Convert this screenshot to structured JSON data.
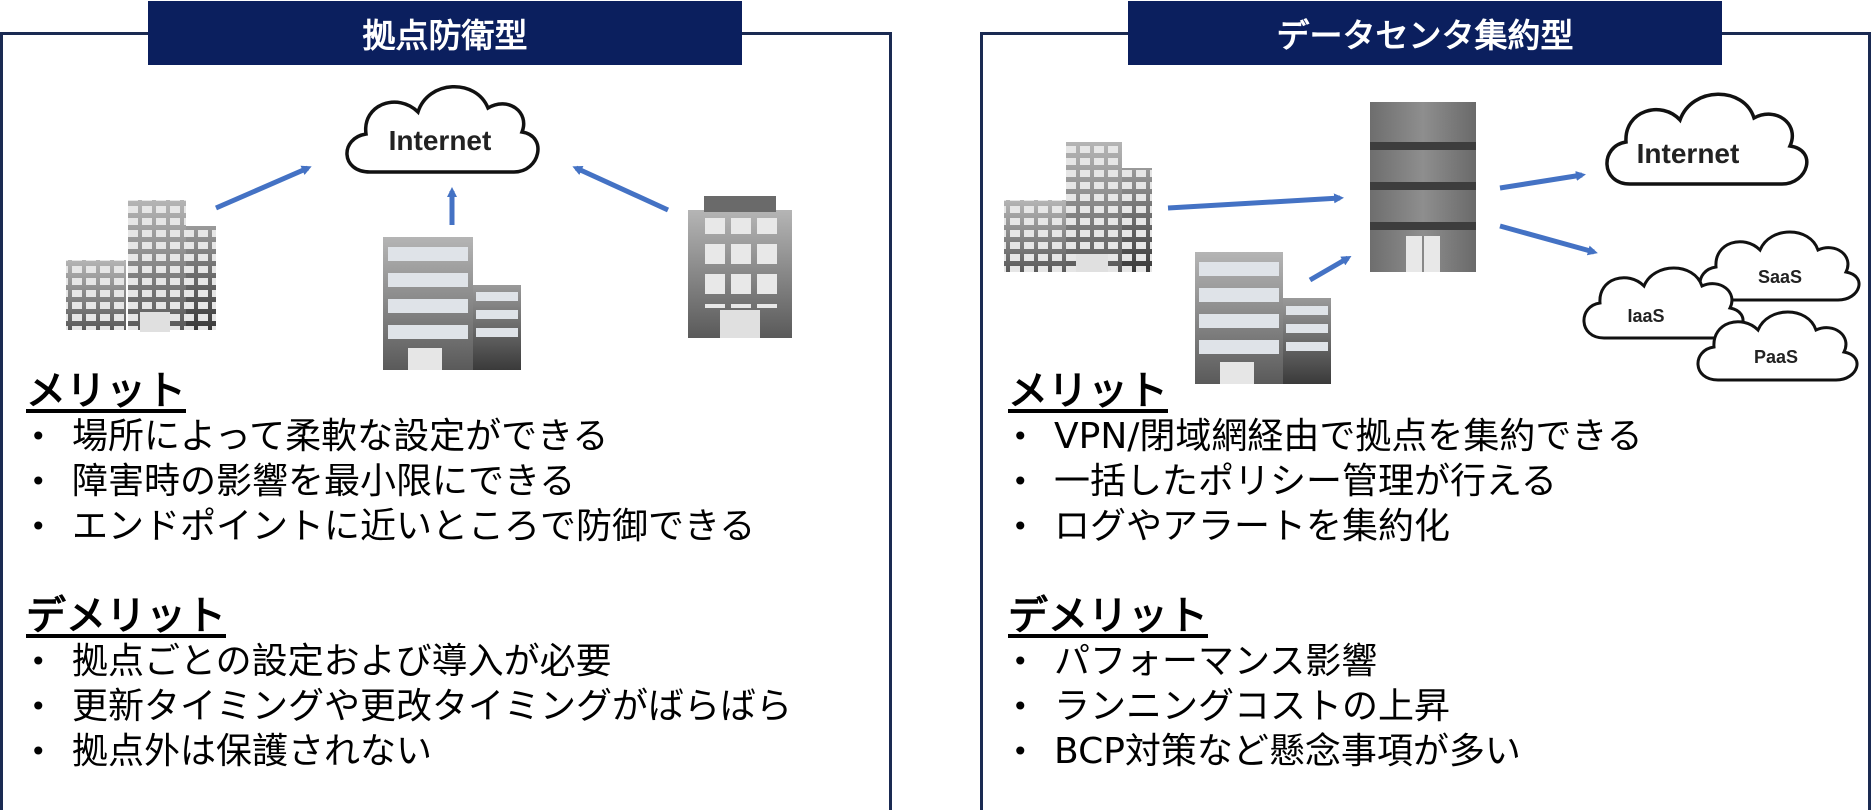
{
  "left": {
    "title": "拠点防衛型",
    "cloud": "Internet",
    "merit_heading": "メリット",
    "merits": [
      "場所によって柔軟な設定ができる",
      "障害時の影響を最小限にできる",
      "エンドポイントに近いところで防御できる"
    ],
    "demerit_heading": "デメリット",
    "demerits": [
      "拠点ごとの設定および導入が必要",
      "更新タイミングや更改タイミングがばらばら",
      "拠点外は保護されない"
    ]
  },
  "right": {
    "title": "データセンタ集約型",
    "clouds": {
      "internet": "Internet",
      "saas": "SaaS",
      "iaas": "IaaS",
      "paas": "PaaS"
    },
    "merit_heading": "メリット",
    "merits": [
      "VPN/閉域網経由で拠点を集約できる",
      "一括したポリシー管理が行える",
      "ログやアラートを集約化"
    ],
    "demerit_heading": "デメリット",
    "demerits": [
      "パフォーマンス影響",
      "ランニングコストの上昇",
      "BCP対策など懸念事項が多い"
    ]
  },
  "colors": {
    "title_bg": "#0b1f5e",
    "border": "#1a2a52",
    "arrow": "#4472c4"
  },
  "icons": [
    "building-icon",
    "cloud-icon",
    "datacenter-icon",
    "arrow-icon"
  ]
}
